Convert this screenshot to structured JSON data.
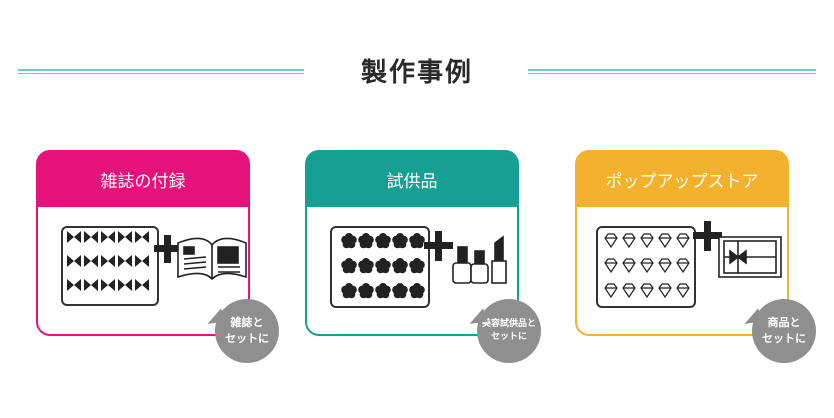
{
  "section_title": "製作事例",
  "cards": [
    {
      "title": "雑誌の付録",
      "color": "#e5127c",
      "bubble_line1": "雑誌と",
      "bubble_line2": "セットに",
      "icons": [
        "butterfly-sticker-sheet-icon",
        "plus-icon",
        "open-magazine-icon"
      ]
    },
    {
      "title": "試供品",
      "color": "#16a093",
      "bubble_line1": "美容試供品と",
      "bubble_line2": "セットに",
      "icons": [
        "flower-sticker-sheet-icon",
        "plus-icon",
        "nail-polish-icon",
        "lipstick-icon"
      ]
    },
    {
      "title": "ポップアップストア",
      "color": "#f3b12e",
      "bubble_line1": "商品と",
      "bubble_line2": "セットに",
      "icons": [
        "diamond-sticker-sheet-icon",
        "plus-icon",
        "gift-box-icon"
      ]
    }
  ]
}
